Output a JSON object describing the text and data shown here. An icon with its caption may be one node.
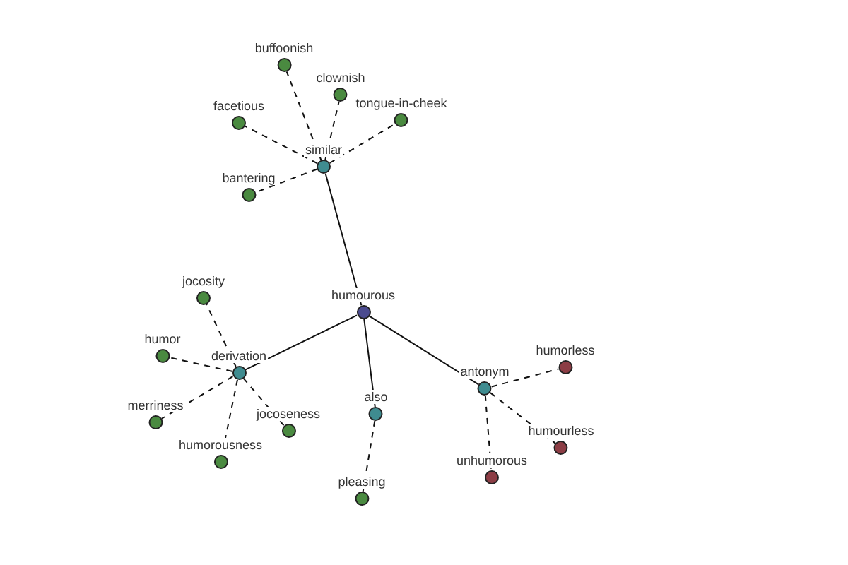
{
  "diagram": {
    "nodes": [
      {
        "text": [
          "humourous"
        ]
      },
      {
        "text": [
          "similar"
        ]
      },
      {
        "text": [
          "buffoonish"
        ]
      },
      {
        "text": [
          "clownish"
        ]
      },
      {
        "text": [
          "facetious"
        ]
      },
      {
        "text": [
          "tongue-in-cheek"
        ]
      },
      {
        "text": [
          "bantering"
        ]
      },
      {
        "text": [
          "derivation"
        ]
      },
      {
        "text": [
          "jocosity"
        ]
      },
      {
        "text": [
          "humor"
        ]
      },
      {
        "text": [
          "merriness"
        ]
      },
      {
        "text": [
          "humorousness"
        ]
      },
      {
        "text": [
          "jocoseness"
        ]
      },
      {
        "text": [
          "also"
        ]
      },
      {
        "text": [
          "pleasing"
        ]
      },
      {
        "text": [
          "antonym"
        ]
      },
      {
        "text": [
          "humorless"
        ]
      },
      {
        "text": [
          "humourless"
        ]
      },
      {
        "text": [
          "unhumorous"
        ]
      }
    ],
    "edges": [
      {
        "from": 0,
        "to": 1,
        "arrow": "none"
      },
      {
        "from": 1,
        "to": 2,
        "arrow": "none",
        "style": "dashed"
      },
      {
        "from": 1,
        "to": 3,
        "arrow": "none",
        "style": "dashed"
      },
      {
        "from": 1,
        "to": 4,
        "arrow": "none",
        "style": "dashed"
      },
      {
        "from": 1,
        "to": 5,
        "arrow": "none",
        "style": "dashed"
      },
      {
        "from": 1,
        "to": 6,
        "arrow": "none",
        "style": "dashed"
      },
      {
        "from": 0,
        "to": 7,
        "arrow": "none"
      },
      {
        "from": 7,
        "to": 8,
        "arrow": "none",
        "style": "dashed"
      },
      {
        "from": 7,
        "to": 9,
        "arrow": "none",
        "style": "dashed"
      },
      {
        "from": 7,
        "to": 10,
        "arrow": "none",
        "style": "dashed"
      },
      {
        "from": 7,
        "to": 11,
        "arrow": "none",
        "style": "dashed"
      },
      {
        "from": 7,
        "to": 12,
        "arrow": "none",
        "style": "dashed"
      },
      {
        "from": 0,
        "to": 13,
        "arrow": "none"
      },
      {
        "from": 13,
        "to": 14,
        "arrow": "none",
        "style": "dashed"
      },
      {
        "from": 0,
        "to": 15,
        "arrow": "none"
      },
      {
        "from": 15,
        "to": 16,
        "arrow": "none",
        "style": "dashed"
      },
      {
        "from": 15,
        "to": 17,
        "arrow": "none",
        "style": "dashed"
      },
      {
        "from": 15,
        "to": 18,
        "arrow": "none",
        "style": "dashed"
      }
    ]
  }
}
